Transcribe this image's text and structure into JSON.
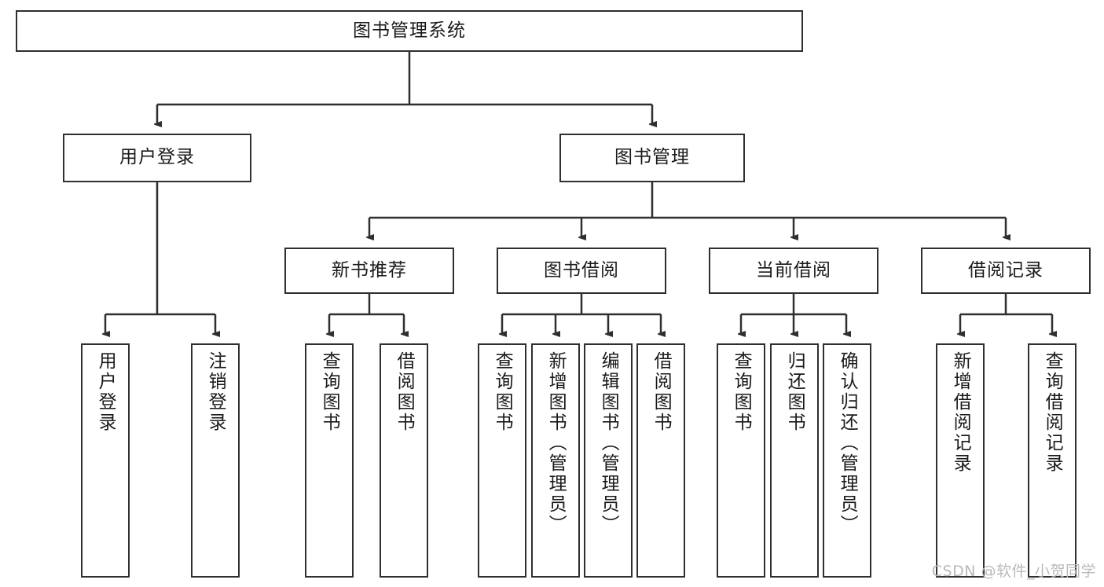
{
  "diagram": {
    "type": "tree-hierarchy",
    "title": "图书管理系统",
    "watermark": "CSDN @软件_小贺同学",
    "colors": {
      "stroke": "#2f2f2f",
      "fill": "#ffffff",
      "text": "#1a1a1a",
      "watermark": "#b9b9b9"
    },
    "levels": {
      "root": {
        "label": "图书管理系统"
      },
      "level2": [
        {
          "label": "用户登录"
        },
        {
          "label": "图书管理"
        }
      ],
      "level3": [
        {
          "label": "新书推荐"
        },
        {
          "label": "图书借阅"
        },
        {
          "label": "当前借阅"
        },
        {
          "label": "借阅记录"
        }
      ],
      "leaves": [
        {
          "label": "用户登录",
          "parent": "用户登录"
        },
        {
          "label": "注销登录",
          "parent": "用户登录"
        },
        {
          "label": "查询图书",
          "parent": "新书推荐"
        },
        {
          "label": "借阅图书",
          "parent": "新书推荐"
        },
        {
          "label": "查询图书",
          "parent": "图书借阅"
        },
        {
          "label": "新增图书（管理员）",
          "parent": "图书借阅"
        },
        {
          "label": "编辑图书（管理员）",
          "parent": "图书借阅"
        },
        {
          "label": "借阅图书",
          "parent": "图书借阅"
        },
        {
          "label": "查询图书",
          "parent": "当前借阅"
        },
        {
          "label": "归还图书",
          "parent": "当前借阅"
        },
        {
          "label": "确认归还（管理员）",
          "parent": "当前借阅"
        },
        {
          "label": "新增借阅记录",
          "parent": "借阅记录"
        },
        {
          "label": "查询借阅记录",
          "parent": "借阅记录"
        }
      ]
    }
  }
}
